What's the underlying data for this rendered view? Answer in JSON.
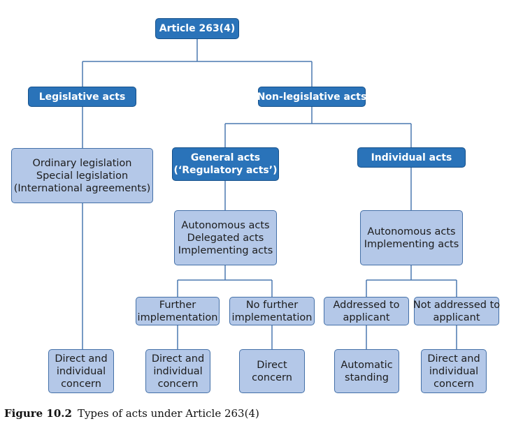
{
  "diagram": {
    "root": {
      "lines": [
        "Article 263(4)"
      ]
    },
    "legislative": {
      "lines": [
        "Legislative acts"
      ]
    },
    "non_legislative": {
      "lines": [
        "Non-legislative acts"
      ]
    },
    "legislative_types": {
      "lines": [
        "Ordinary legislation",
        "Special legislation",
        "(International agreements)"
      ]
    },
    "general": {
      "lines": [
        "General acts",
        "(‘Regulatory acts’)"
      ]
    },
    "individual": {
      "lines": [
        "Individual acts"
      ]
    },
    "general_types": {
      "lines": [
        "Autonomous acts",
        "Delegated acts",
        "Implementing acts"
      ]
    },
    "individual_types": {
      "lines": [
        "Autonomous acts",
        "Implementing acts"
      ]
    },
    "further_impl": {
      "lines": [
        "Further",
        "implementation"
      ]
    },
    "no_further_impl": {
      "lines": [
        "No further",
        "implementation"
      ]
    },
    "addressed": {
      "lines": [
        "Addressed to",
        "applicant"
      ]
    },
    "not_addressed": {
      "lines": [
        "Not addressed to",
        "applicant"
      ]
    },
    "leg_concern": {
      "lines": [
        "Direct and",
        "individual",
        "concern"
      ]
    },
    "further_concern": {
      "lines": [
        "Direct and",
        "individual",
        "concern"
      ]
    },
    "no_further_concern": {
      "lines": [
        "Direct",
        "concern"
      ]
    },
    "addressed_standing": {
      "lines": [
        "Automatic",
        "standing"
      ]
    },
    "not_addressed_concern": {
      "lines": [
        "Direct and",
        "individual",
        "concern"
      ]
    }
  },
  "caption": {
    "label": "Figure 10.2",
    "text": "Types of acts under Article 263(4)"
  },
  "colors": {
    "dark_box": "#2a73b9",
    "light_box": "#b4c8e8",
    "connector": "#4a78b0"
  }
}
